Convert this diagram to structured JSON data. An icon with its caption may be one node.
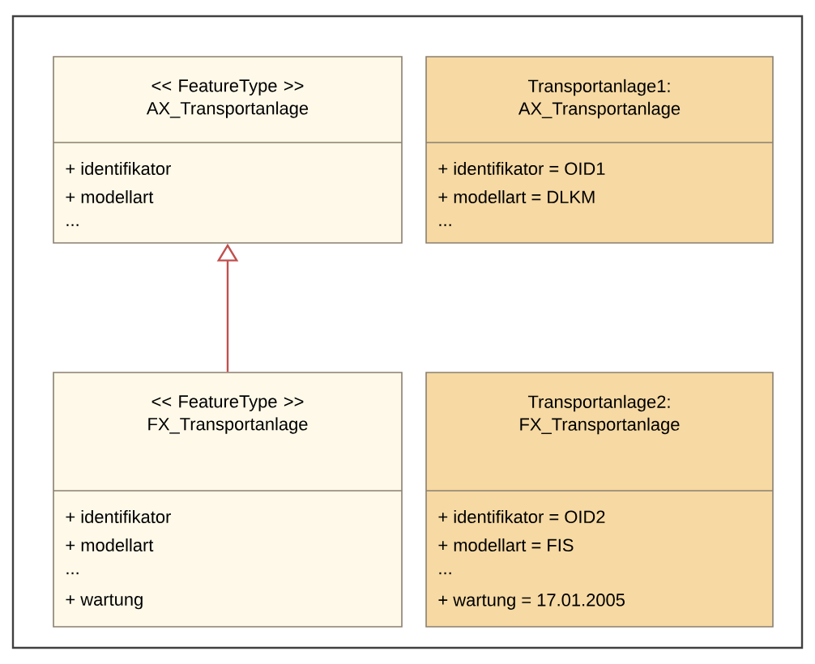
{
  "diagram": {
    "nodes": [
      {
        "text": [
          "<< FeatureType >> AX_Transportanlage",
          "+ identifikator",
          "+ modellart",
          "..."
        ]
      },
      {
        "text": [
          "Transportanlage1: AX_Transportanlage",
          "+ identifikator = OID1",
          "+ modellart = DLKM",
          "..."
        ]
      },
      {
        "text": [
          "<< FeatureType >> FX_Transportanlage",
          "+ identifikator",
          "+ modellart",
          "...",
          "+ wartung"
        ]
      },
      {
        "text": [
          "Transportanlage2: FX_Transportanlage",
          "+ identifikator = OID2",
          "+ modellart = FIS",
          "...",
          "+ wartung = 17.01.2005"
        ]
      }
    ],
    "edges": [
      {
        "from": 2,
        "to": 0,
        "arrow": "to",
        "color": "#c0504d"
      }
    ]
  }
}
